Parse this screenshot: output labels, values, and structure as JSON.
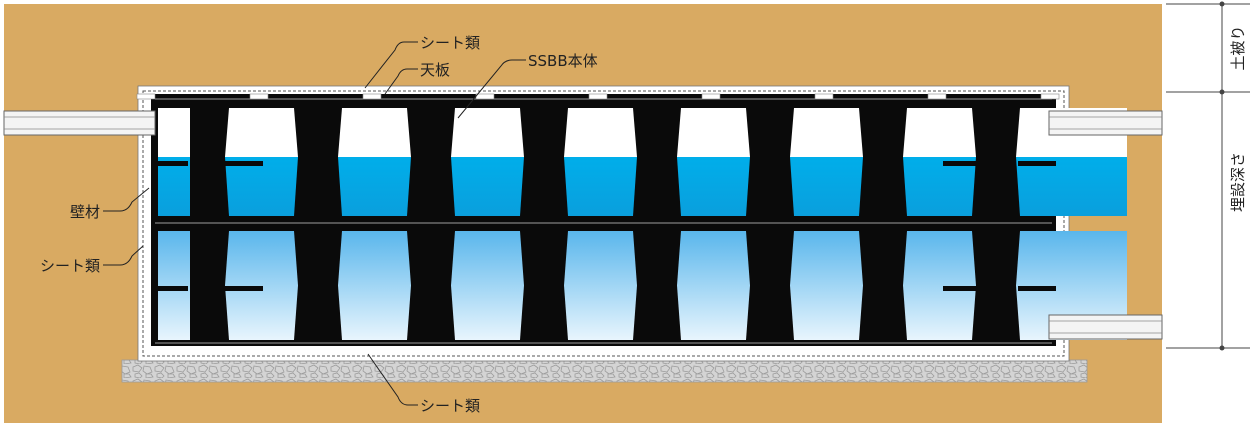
{
  "labels": {
    "sheet_top": "シート類",
    "top_plate": "天板",
    "ssbb_body": "SSBB本体",
    "wall_material": "壁材",
    "sheet_left": "シート類",
    "sheet_bottom": "シート類"
  },
  "dimensions": {
    "cover_depth": "土被り",
    "burial_depth": "埋設深さ"
  },
  "colors": {
    "soil": "#d9aa62",
    "structure": "#0a0a0a",
    "water_top": "#00aeea",
    "water_bottom": "#e6f4fc",
    "gravel": "#d2d2d2",
    "pipe": "#f4f4f4"
  },
  "structure": {
    "module_columns": 8,
    "module_tiers": 2
  }
}
